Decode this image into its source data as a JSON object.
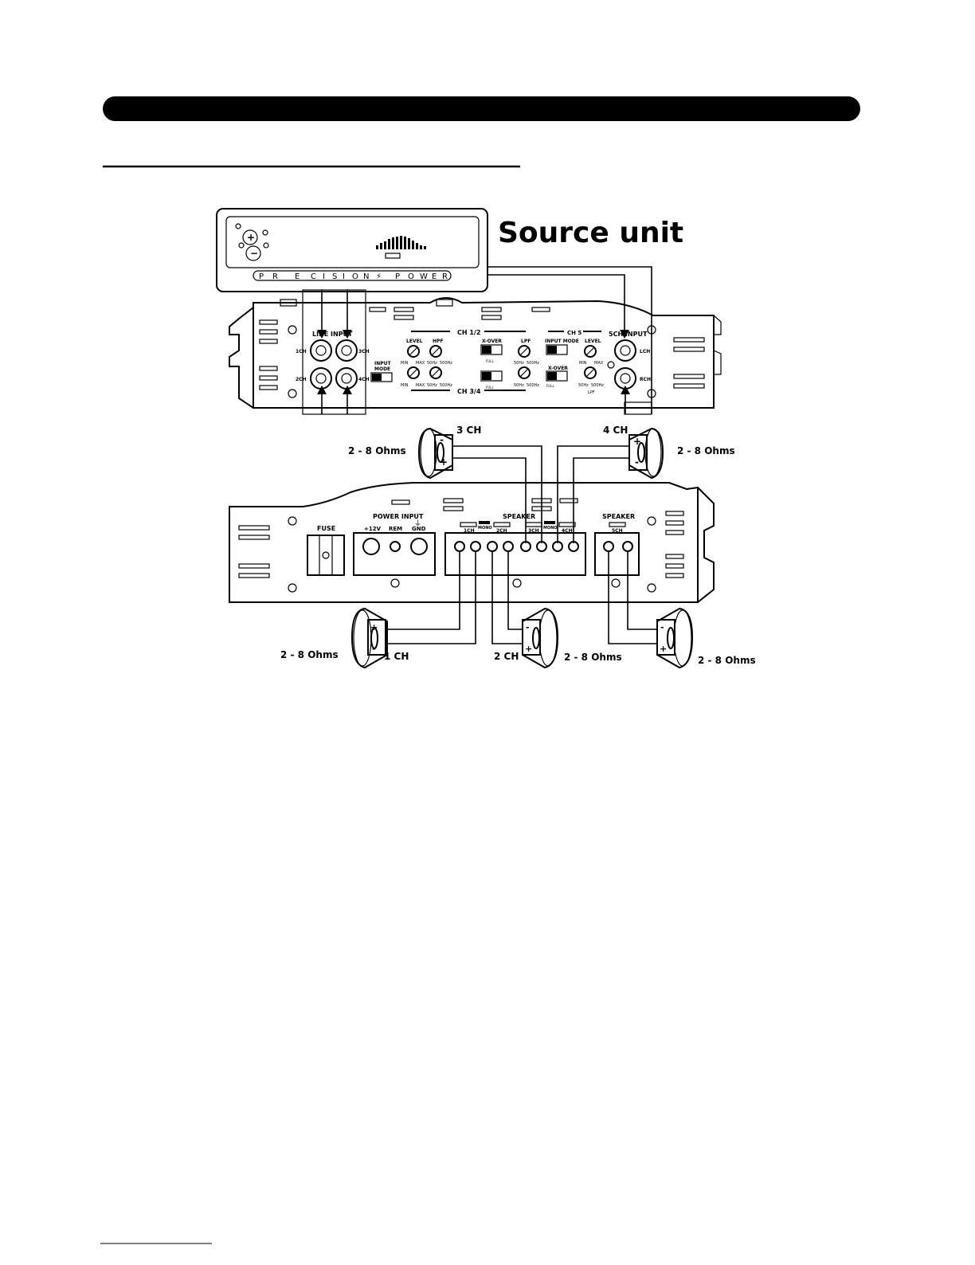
{
  "source_unit": {
    "title": "Source unit",
    "brand_letters": [
      "P",
      "R",
      "E",
      "C",
      "I",
      "S",
      "I",
      "O",
      "N",
      "P",
      "O",
      "W",
      "E",
      "R"
    ]
  },
  "top_amp": {
    "line_input": "LINE INPUT",
    "ch5_input": "5CH INPUT",
    "ch_1": "1CH",
    "ch_2": "2CH",
    "ch_3": "3CH",
    "ch_4": "4CH",
    "lch": "LCH",
    "rch": "RCH",
    "ch12": "CH 1/2",
    "ch34": "CH 3/4",
    "ch5": "CH 5",
    "level": "LEVEL",
    "hpf": "HPF",
    "lpf": "LPF",
    "xover": "X-OVER",
    "input_mode": "INPUT MODE",
    "input_mode_stacked": [
      "INPUT",
      "MODE"
    ],
    "min": "MIN",
    "max": "MAX",
    "hz50": "50Hz",
    "hz500": "500Hz",
    "full": "FULL"
  },
  "bottom_amp": {
    "fuse": "FUSE",
    "power_input": "POWER INPUT",
    "p12v": "+12V",
    "rem": "REM",
    "gnd": "GND",
    "speaker": "SPEAKER",
    "mono": "MONO",
    "t1": "1CH",
    "t2": "2CH",
    "t3": "3CH",
    "t4": "4CH",
    "t5": "5CH"
  },
  "speakers": {
    "ch3": "3 CH",
    "ch4": "4 CH",
    "ch1": "1 CH",
    "ch2": "2 CH",
    "ohms": "2 - 8 Ohms"
  }
}
